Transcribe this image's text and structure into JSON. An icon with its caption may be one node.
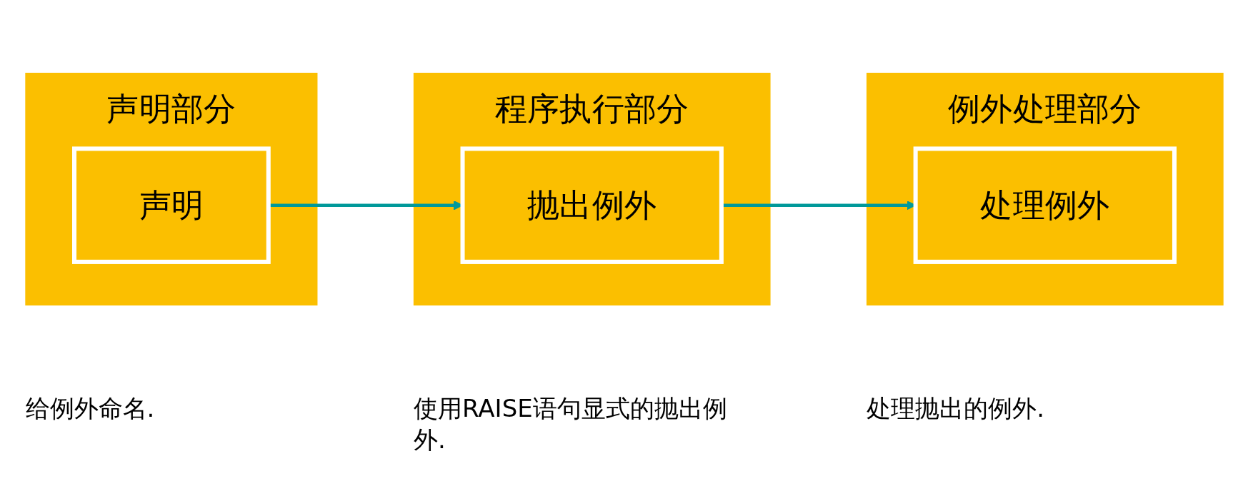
{
  "diagram": {
    "nodes": [
      {
        "text": [
          "声明部分"
        ],
        "beside": [
          "给例外命名."
        ]
      },
      {
        "text": [
          "声明"
        ],
        "in": 0
      },
      {
        "text": [
          "程序执行部分"
        ],
        "beside": [
          "使用RAISE语句显式的抛出例外."
        ]
      },
      {
        "text": [
          "抛出例外"
        ],
        "in": 2
      },
      {
        "text": [
          "例外处理部分"
        ],
        "beside": [
          "处理抛出的例外."
        ]
      },
      {
        "text": [
          "处理例外"
        ],
        "in": 4
      }
    ],
    "edges": [
      {
        "from": 1,
        "to": 3,
        "arrow": "to"
      },
      {
        "from": 3,
        "to": 5,
        "arrow": "to"
      }
    ]
  }
}
